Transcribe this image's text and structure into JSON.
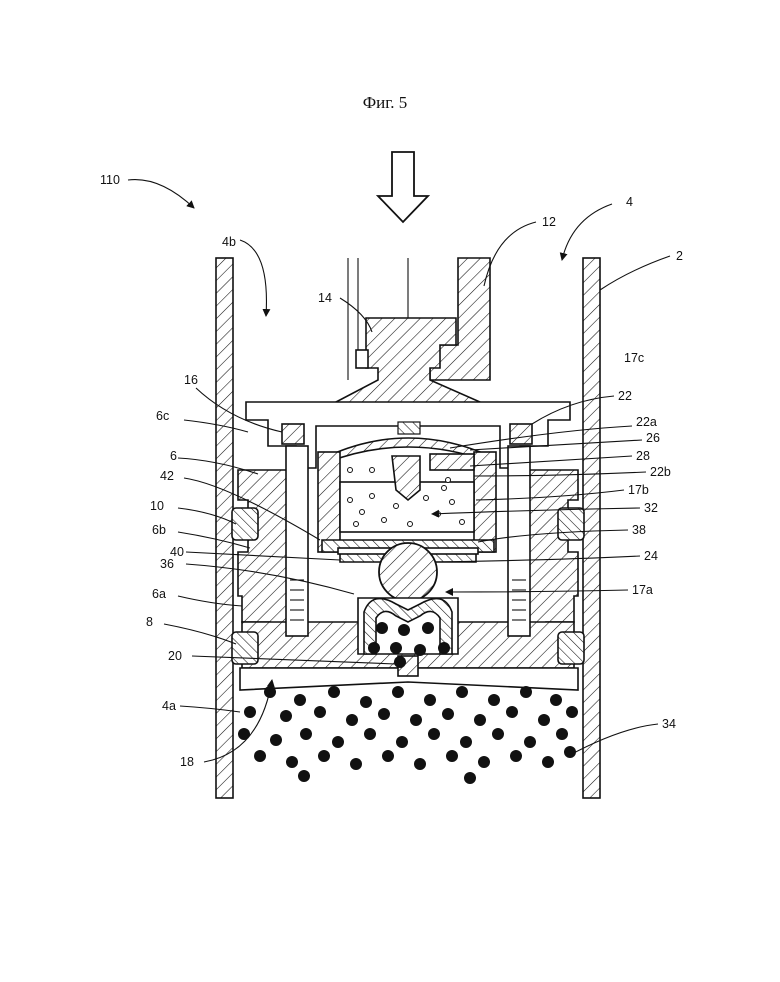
{
  "figure": {
    "title": "Фиг. 5",
    "labels": {
      "l110": "110",
      "l4": "4",
      "l4b": "4b",
      "l12": "12",
      "l2": "2",
      "l14": "14",
      "l17c": "17c",
      "l16": "16",
      "l22": "22",
      "l6c": "6c",
      "l22a": "22a",
      "l26": "26",
      "l6": "6",
      "l28": "28",
      "l22b": "22b",
      "l42": "42",
      "l17b": "17b",
      "l10": "10",
      "l32": "32",
      "l6b": "6b",
      "l38": "38",
      "l40": "40",
      "l24": "24",
      "l36": "36",
      "l17a": "17a",
      "l6a": "6a",
      "l8": "8",
      "l20": "20",
      "l4a": "4a",
      "l34": "34",
      "l18": "18"
    }
  }
}
